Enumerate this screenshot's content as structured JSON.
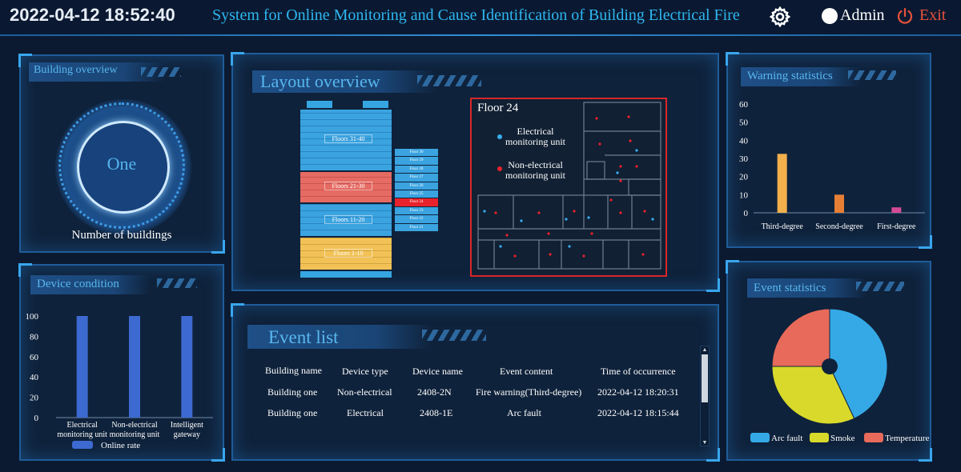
{
  "header": {
    "datetime": "2022-04-12 18:52:40",
    "title": "System for Online Monitoring and  Cause Identification of Building Electrical Fire",
    "settings_icon": "gear-icon",
    "user_name": "Admin",
    "exit_label": "Exit",
    "colors": {
      "title": "#2fb6f0",
      "exit": "#e8523a"
    }
  },
  "building_overview": {
    "title": "Building overview",
    "count_value": "One",
    "caption": "Number of buildings"
  },
  "layout_overview": {
    "title": "Layout overview",
    "building_floors": [
      "Floors 31-40",
      "Floors 21-30",
      "Floors 11-20",
      "Floors 1-10"
    ],
    "floor_list": [
      "Floor 30",
      "Floor 29",
      "Floor 28",
      "Floor 27",
      "Floor 26",
      "Floor 25",
      "Floor 24",
      "Floor 23",
      "Floor 22",
      "Floor 21"
    ],
    "selected_floor": "Floor 24",
    "floor_plan_title": "Floor 24",
    "legend": [
      {
        "label_line1": "Electrical",
        "label_line2": "monitoring unit",
        "color": "#38aef0"
      },
      {
        "label_line1": "Non-electrical",
        "label_line2": "monitoring unit",
        "color": "#e8222a"
      }
    ]
  },
  "warning_statistics": {
    "title": "Warning statistics",
    "chart_data": {
      "type": "bar",
      "categories": [
        "Third-degree",
        "Second-degree",
        "First-degree"
      ],
      "values": [
        32.5,
        10,
        3
      ],
      "colors": [
        "#f2b04c",
        "#e67f35",
        "#d24a95"
      ],
      "yticks": [
        0,
        10,
        20,
        30,
        40,
        50,
        60
      ],
      "ylim": [
        0,
        60
      ],
      "title": "",
      "xlabel": "",
      "ylabel": ""
    }
  },
  "device_condition": {
    "title": "Device condition",
    "chart_data": {
      "type": "bar",
      "categories": [
        [
          "Electrical",
          "monitoring unit"
        ],
        [
          "Non-electrical",
          "monitoring unit"
        ],
        [
          "Intelligent",
          "gateway"
        ]
      ],
      "series": [
        {
          "name": "Online rate",
          "values": [
            100,
            100,
            100
          ]
        }
      ],
      "color": "#3c6ad0",
      "yticks": [
        0,
        20,
        40,
        60,
        80,
        100
      ],
      "ylim": [
        0,
        100
      ],
      "legend": "Online rate",
      "title": "",
      "xlabel": "",
      "ylabel": ""
    }
  },
  "event_list": {
    "title": "Event list",
    "columns": [
      "Building name",
      "Device type",
      "Device name",
      "Event content",
      "Time of occurrence"
    ],
    "rows": [
      [
        "Building one",
        "Non-electrical",
        "2408-2N",
        "Fire warning(Third-degree)",
        "2022-04-12 18:20:31"
      ],
      [
        "Building one",
        "Electrical",
        "2408-1E",
        "Arc fault",
        "2022-04-12 18:15:44"
      ]
    ]
  },
  "event_statistics": {
    "title": "Event statistics",
    "chart_data": {
      "type": "pie",
      "categories": [
        "Arc fault",
        "Smoke",
        "Temperature"
      ],
      "values": [
        43,
        32,
        25
      ],
      "colors": [
        "#35a9e6",
        "#d8d92a",
        "#e86a5a"
      ],
      "legend": "bottom",
      "title": ""
    }
  }
}
